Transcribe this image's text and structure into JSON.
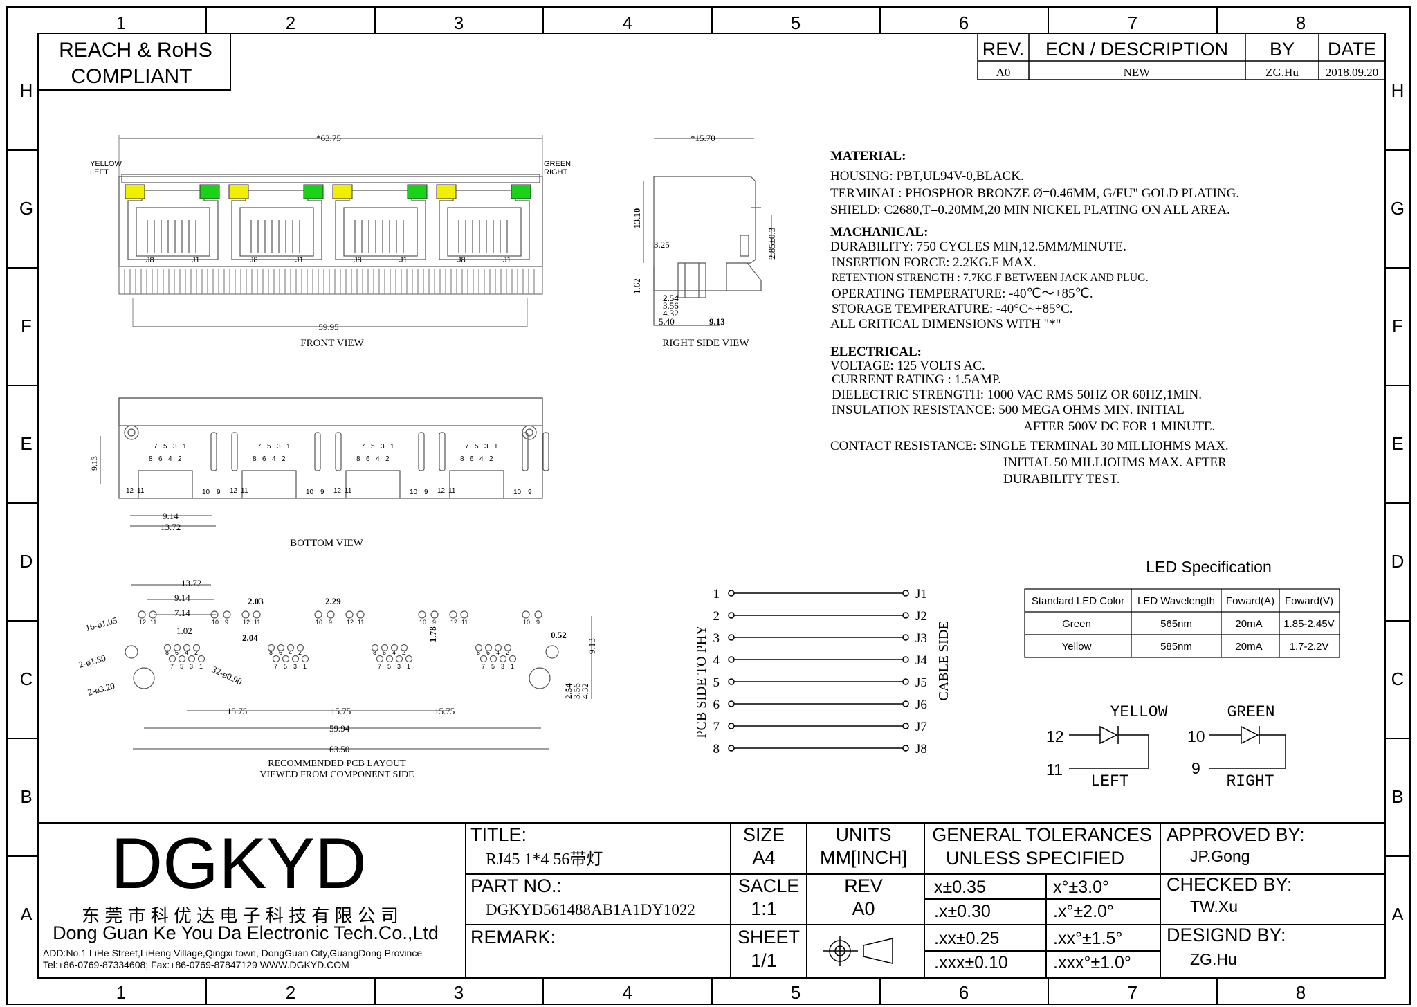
{
  "frame": {
    "columns": [
      "1",
      "2",
      "3",
      "4",
      "5",
      "6",
      "7",
      "8"
    ],
    "rows": [
      "H",
      "G",
      "F",
      "E",
      "D",
      "C",
      "B",
      "A"
    ]
  },
  "compliance": {
    "line1": "REACH & RoHS",
    "line2": "COMPLIANT"
  },
  "revision": {
    "headers": [
      "REV.",
      "ECN / DESCRIPTION",
      "BY",
      "DATE"
    ],
    "row": [
      "A0",
      "NEW",
      "ZG.Hu",
      "2018.09.20"
    ]
  },
  "views": {
    "front": "FRONT VIEW",
    "right": "RIGHT SIDE VIEW",
    "bottom": "BOTTOM VIEW",
    "pcb_line1": "RECOMMENDED PCB LAYOUT",
    "pcb_line2": "VIEWED FROM COMPONENT SIDE"
  },
  "front_view": {
    "yellow_label": [
      "YELLOW",
      "LEFT"
    ],
    "green_label": [
      "GREEN",
      "RIGHT"
    ],
    "width_top": "*63.75",
    "width_bottom": "59.95",
    "pin_labels": [
      "J8",
      "J1"
    ],
    "led_colors": {
      "yellow": "#f2ee00",
      "green": "#19d219"
    }
  },
  "side_view": {
    "dims": [
      "*15.70",
      "13.10",
      "3.25",
      "1.62",
      "2.54",
      "3.56",
      "4.32",
      "5.40",
      "9.13",
      "2.85±0.3"
    ]
  },
  "bottom_view": {
    "dims": [
      "9.13",
      "9.14",
      "13.72"
    ],
    "pins_top": [
      "7",
      "5",
      "3",
      "1"
    ],
    "pins_mid": [
      "8",
      "6",
      "4",
      "2"
    ],
    "led_pins": [
      "12",
      "11",
      "10",
      "9"
    ]
  },
  "pcb_layout": {
    "dims": [
      "13.72",
      "9.14",
      "7.14",
      "1.02",
      "2.03",
      "2.29",
      "2.04",
      "1.78",
      "0.52",
      "9.13",
      "15.75",
      "15.75",
      "15.75",
      "59.94",
      "63.50",
      "2.54",
      "3.56",
      "4.32"
    ],
    "holes": [
      "16-ø1.05",
      "2-ø1.80",
      "2-ø3.20",
      "32-ø0.90"
    ]
  },
  "specs": {
    "material_title": "MATERIAL:",
    "material": [
      "HOUSING: PBT,UL94V-0,BLACK.",
      "TERMINAL: PHOSPHOR BRONZE Ø=0.46MM, G/FU\" GOLD PLATING.",
      "SHIELD: C2680,T=0.20MM,20 MIN NICKEL PLATING ON ALL AREA."
    ],
    "mechanical_title": "MACHANICAL:",
    "mechanical": [
      "DURABILITY: 750 CYCLES MIN,12.5MM/MINUTE.",
      "INSERTION FORCE: 2.2KG.F MAX.",
      "RETENTION STRENGTH : 7.7KG.F BETWEEN JACK AND PLUG.",
      "OPERATING TEMPERATURE: -40℃～+85℃.",
      "STORAGE TEMPERATURE: -40°C~+85°C.",
      "ALL CRITICAL DIMENSIONS WITH \"*\""
    ],
    "electrical_title": "ELECTRICAL:",
    "electrical": [
      "VOLTAGE: 125 VOLTS AC.",
      "CURRENT RATING : 1.5AMP.",
      "DIELECTRIC STRENGTH: 1000 VAC RMS 50HZ OR 60HZ,1MIN.",
      "INSULATION RESISTANCE: 500 MEGA OHMS MIN. INITIAL",
      "AFTER 500V DC FOR 1 MINUTE.",
      "CONTACT RESISTANCE: SINGLE TERMINAL 30 MILLIOHMS MAX.",
      "INITIAL 50 MILLIOHMS MAX. AFTER",
      "DURABILITY TEST."
    ]
  },
  "led_spec": {
    "title": "LED Specification",
    "headers": [
      "Standard LED Color",
      "LED Wavelength",
      "Foward(A)",
      "Foward(V)"
    ],
    "rows": [
      [
        "Green",
        "565nm",
        "20mA",
        "1.85-2.45V"
      ],
      [
        "Yellow",
        "585nm",
        "20mA",
        "1.7-2.2V"
      ]
    ]
  },
  "schematic": {
    "left_pins": [
      "1",
      "2",
      "3",
      "4",
      "5",
      "6",
      "7",
      "8"
    ],
    "right_pins": [
      "J1",
      "J2",
      "J3",
      "J4",
      "J5",
      "J6",
      "J7",
      "J8"
    ],
    "left_label": "PCB SIDE TO PHY",
    "right_label": "CABLE SIDE"
  },
  "led_diagram": {
    "yellow": {
      "title": "YELLOW",
      "pin_a": "12",
      "pin_b": "11",
      "side": "LEFT"
    },
    "green": {
      "title": "GREEN",
      "pin_a": "10",
      "pin_b": "9",
      "side": "RIGHT"
    }
  },
  "title_block": {
    "logo": "DGKYD",
    "company_cn": "东 莞 市 科 优 达 电 子 科 技 有 限 公 司",
    "company_en": "Dong Guan Ke You Da Electronic Tech.Co.,Ltd",
    "address": "ADD:No.1 LiHe Street,LiHeng Village,Qingxi town, DongGuan City,GuangDong Province",
    "contact": "Tel:+86-0769-87334608; Fax:+86-0769-87847129  WWW.DGKYD.COM",
    "title_label": "TITLE:",
    "title_value": "RJ45 1*4 56带灯",
    "part_label": "PART NO.:",
    "part_value": "DGKYD561488AB1A1DY1022",
    "remark_label": "REMARK:",
    "size_label": "SIZE",
    "size_value": "A4",
    "units_label": "UNITS",
    "units_value": "MM[INCH]",
    "scale_label": "SACLE",
    "scale_value": "1:1",
    "rev_label": "REV",
    "rev_value": "A0",
    "sheet_label": "SHEET",
    "sheet_value": "1/1",
    "tol_title1": "GENERAL TOLERANCES",
    "tol_title2": "UNLESS SPECIFIED",
    "tolerances": [
      [
        "x±0.35",
        "x°±3.0°"
      ],
      [
        ".x±0.30",
        ".x°±2.0°"
      ],
      [
        ".xx±0.25",
        ".xx°±1.5°"
      ],
      [
        ".xxx±0.10",
        ".xxx°±1.0°"
      ]
    ],
    "approved_label": "APPROVED BY:",
    "approved_value": "JP.Gong",
    "checked_label": "CHECKED BY:",
    "checked_value": "TW.Xu",
    "designed_label": "DESIGND BY:",
    "designed_value": "ZG.Hu"
  }
}
